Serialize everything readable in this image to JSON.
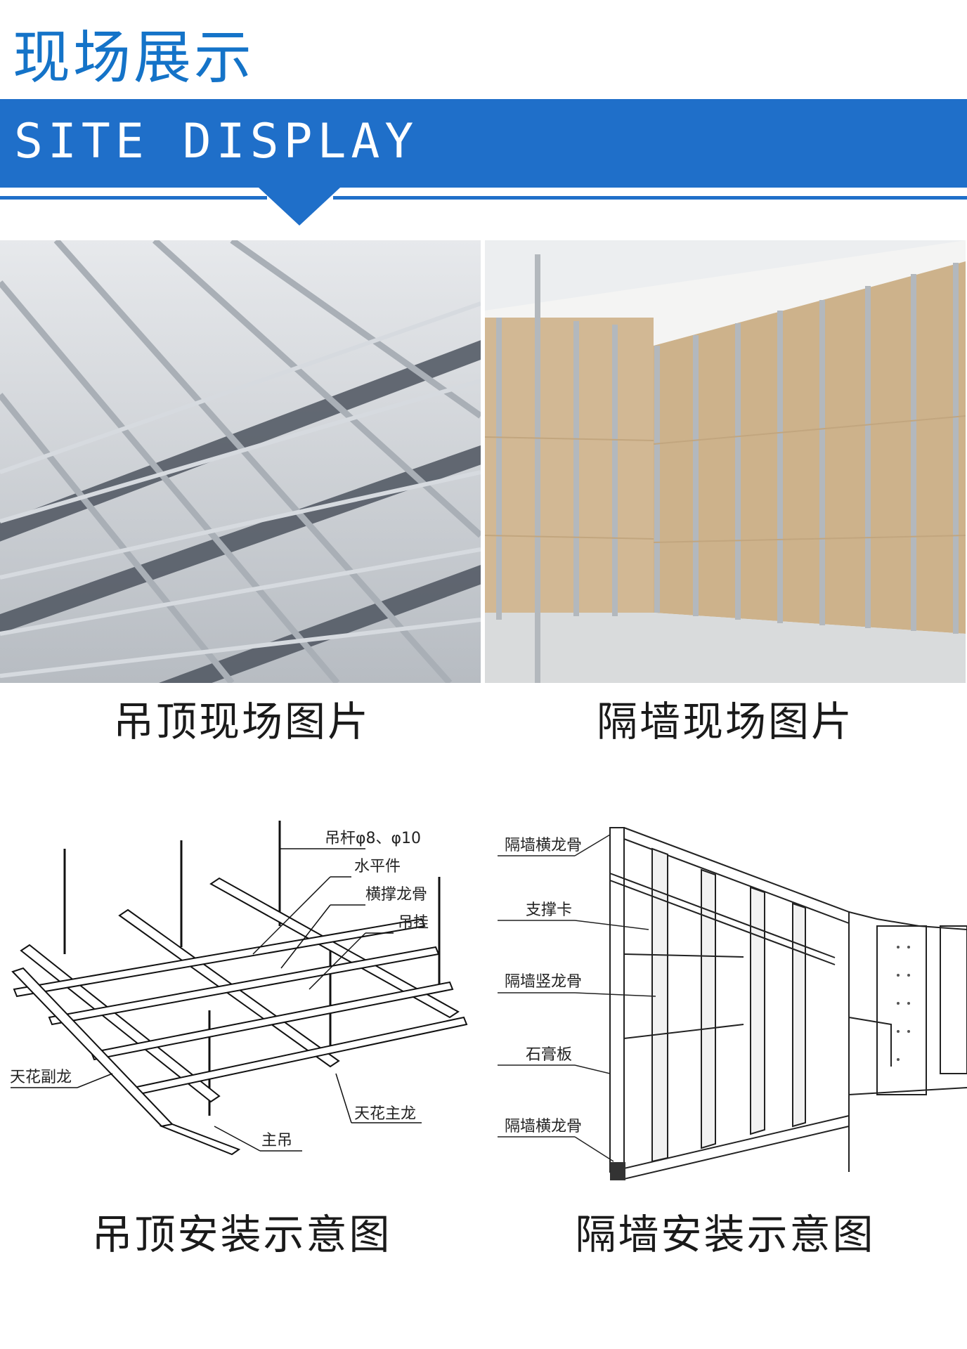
{
  "header": {
    "title_cn": "现场展示",
    "title_en": "SITE DISPLAY"
  },
  "colors": {
    "brand_blue": "#1f6fc9",
    "title_blue": "#1473c8"
  },
  "photos": [
    {
      "caption": "吊顶现场图片"
    },
    {
      "caption": "隔墙现场图片"
    }
  ],
  "diagrams": {
    "ceiling": {
      "caption": "吊顶安装示意图",
      "labels": {
        "rod": "吊杆φ8、φ10",
        "level": "水平件",
        "cross": "横撑龙骨",
        "hanger": "吊挂",
        "sub_keel": "天花副龙",
        "main_keel": "天花主龙",
        "main_hanger": "主吊"
      }
    },
    "partition": {
      "caption": "隔墙安装示意图",
      "labels": {
        "top_track": "隔墙横龙骨",
        "brace": "支撑卡",
        "stud": "隔墙竖龙骨",
        "board": "石膏板",
        "bottom_track": "隔墙横龙骨"
      }
    }
  }
}
